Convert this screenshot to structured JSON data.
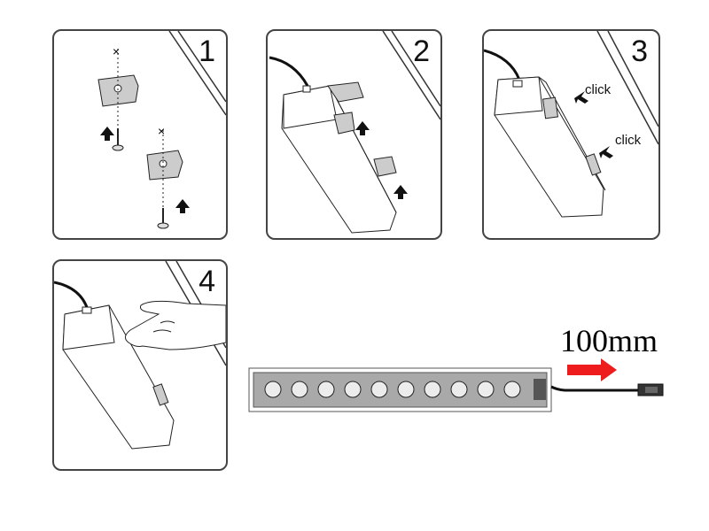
{
  "steps": [
    {
      "number": "1"
    },
    {
      "number": "2"
    },
    {
      "number": "3",
      "labels": [
        "click",
        "click"
      ]
    },
    {
      "number": "4"
    }
  ],
  "light_bar": {
    "led_count": 10,
    "length_label": "100mm",
    "arrow_color": "#ee1c1c",
    "housing_color": "#a9a9a9",
    "led_color": "#ececec"
  }
}
